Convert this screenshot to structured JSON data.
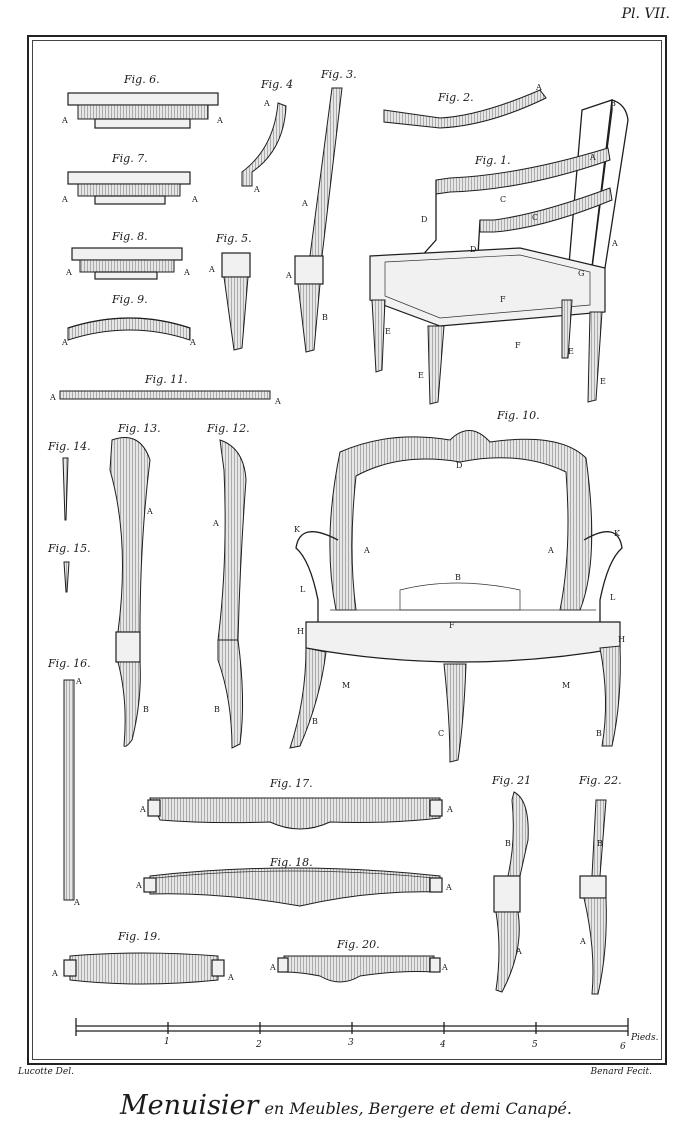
{
  "plate": {
    "number": "Pl. VII."
  },
  "figures": {
    "fig1": "Fig. 1.",
    "fig2": "Fig. 2.",
    "fig3": "Fig. 3.",
    "fig4": "Fig. 4",
    "fig5": "Fig. 5.",
    "fig6": "Fig. 6.",
    "fig7": "Fig. 7.",
    "fig8": "Fig. 8.",
    "fig9": "Fig. 9.",
    "fig10": "Fig. 10.",
    "fig11": "Fig. 11.",
    "fig12": "Fig. 12.",
    "fig13": "Fig. 13.",
    "fig14": "Fig. 14.",
    "fig15": "Fig. 15.",
    "fig16": "Fig. 16.",
    "fig17": "Fig. 17.",
    "fig18": "Fig. 18.",
    "fig19": "Fig. 19.",
    "fig20": "Fig. 20.",
    "fig21": "Fig. 21",
    "fig22": "Fig. 22."
  },
  "letters": {
    "A": "A",
    "B": "B",
    "C": "C",
    "D": "D",
    "E": "E",
    "F": "F",
    "G": "G",
    "H": "H",
    "K": "K",
    "L": "L",
    "M": "M"
  },
  "scale": {
    "ticks": [
      "1",
      "2",
      "3",
      "4",
      "5",
      "6"
    ],
    "unit": "Pieds."
  },
  "credits": {
    "draftsman": "Lucotte Del.",
    "engraver": "Benard Fecit."
  },
  "caption": {
    "main": "Menuisier",
    "sub": "en Meubles, Bergere et demi Canapé."
  }
}
